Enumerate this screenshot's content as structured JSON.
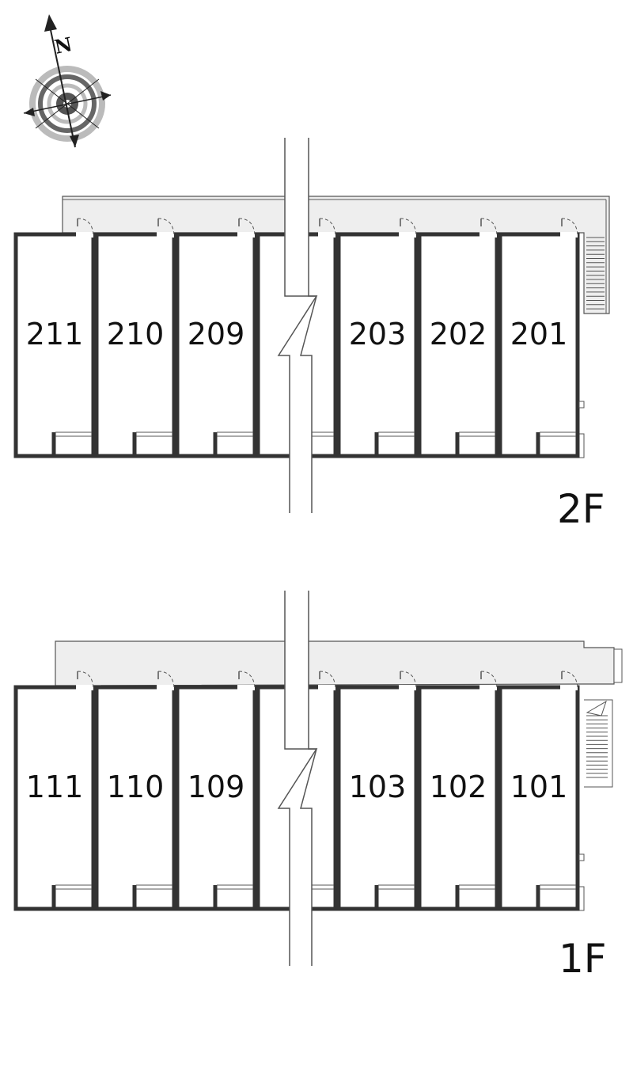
{
  "compass": {
    "north_letter": "N",
    "icon": "compass-rose-icon"
  },
  "floors": [
    {
      "id": "2F",
      "label": "2F",
      "units": [
        "211",
        "210",
        "209",
        "",
        "203",
        "202",
        "201"
      ]
    },
    {
      "id": "1F",
      "label": "1F",
      "units": [
        "111",
        "110",
        "109",
        "",
        "103",
        "102",
        "101"
      ]
    }
  ],
  "colors": {
    "wall": "#333333",
    "corridor": "#eeeeee",
    "line": "#555555",
    "compass_dark": "#555555",
    "compass_light": "#bbbbbb"
  }
}
